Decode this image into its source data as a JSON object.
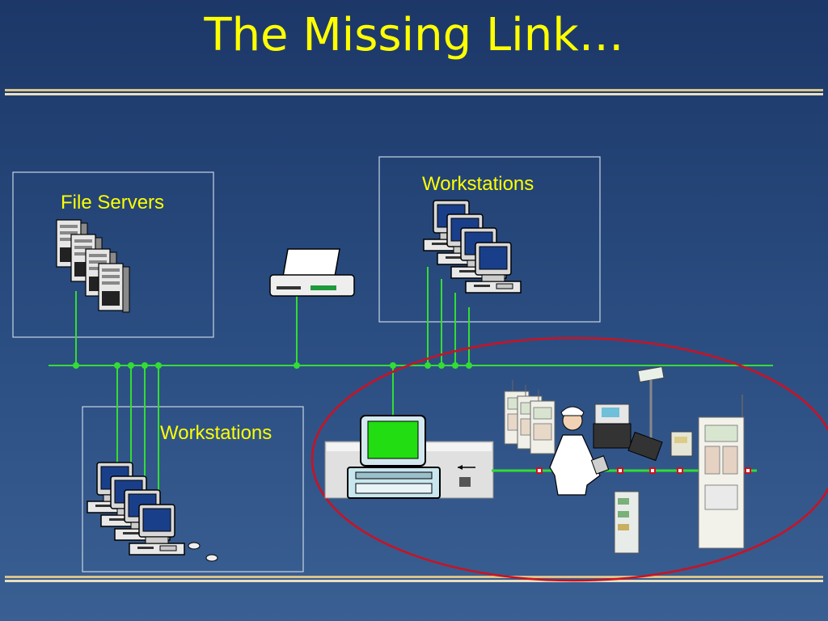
{
  "title": "The Missing Link…",
  "groups": {
    "file_servers": "File Servers",
    "workstations_top": "Workstations",
    "workstations_bottom": "Workstations"
  },
  "colors": {
    "title": "#ffff00",
    "network_line": "#33dd33",
    "ellipse": "#cc1122",
    "rule_gold": "#c8b27a"
  }
}
